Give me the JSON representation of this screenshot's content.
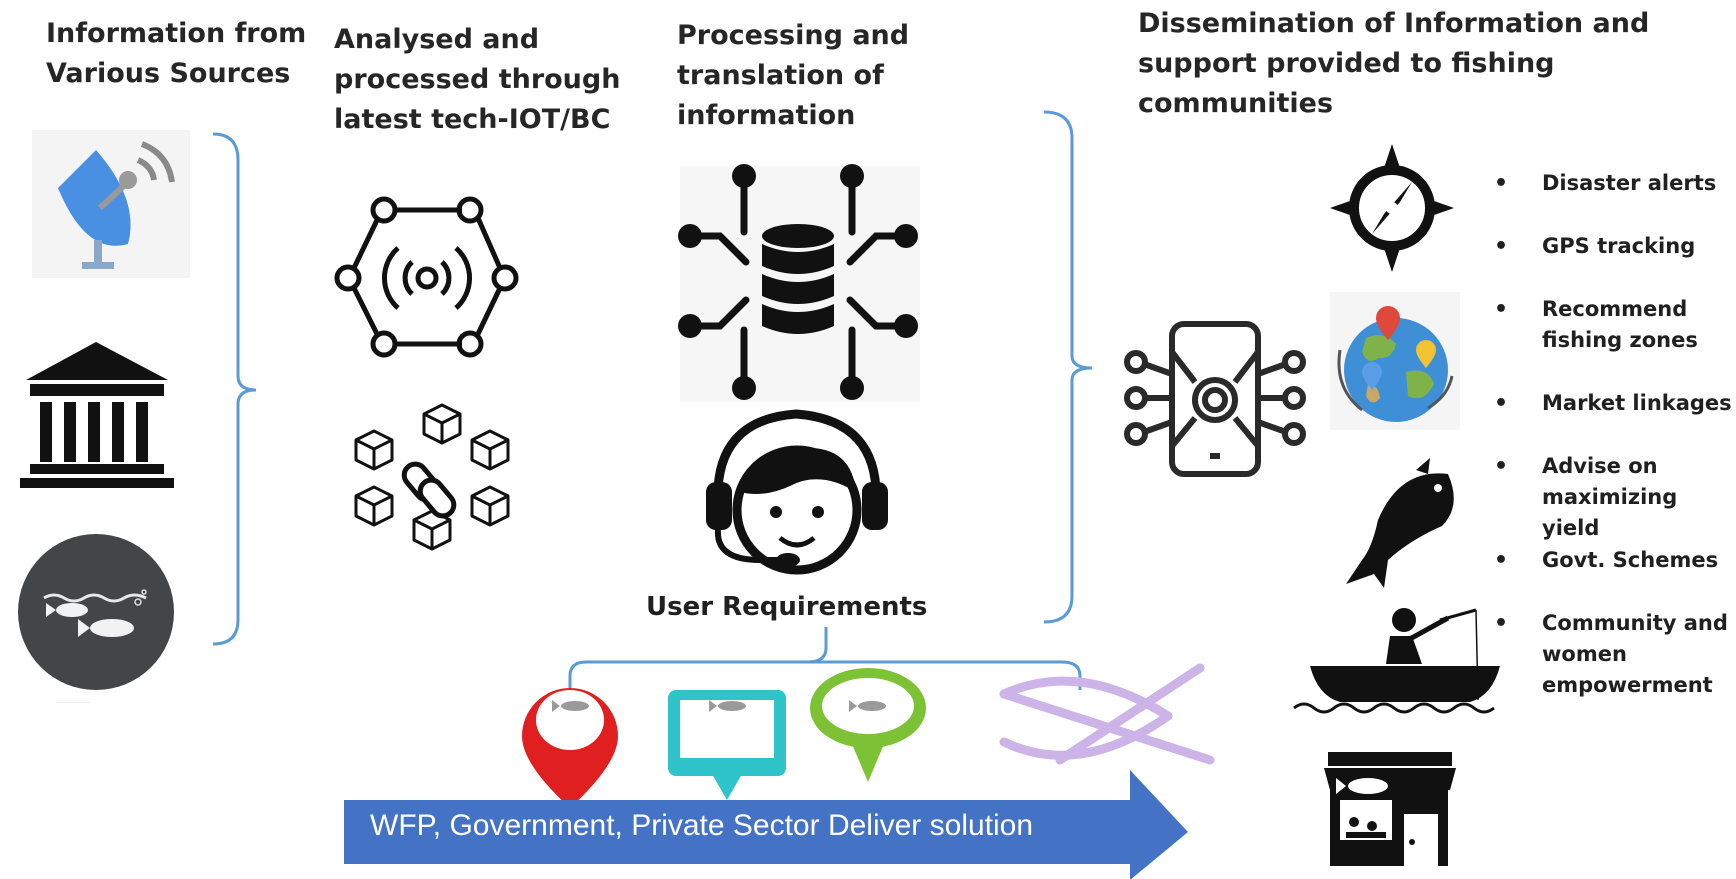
{
  "columns": {
    "sources": {
      "heading": "Information from\nVarious Sources"
    },
    "analysis": {
      "heading": "Analysed and\nprocessed through\nlatest tech-IOT/BC"
    },
    "processing": {
      "heading": "Processing and\ntranslation of\ninformation"
    },
    "dissemination": {
      "heading": "Dissemination of Information and\nsupport provided to fishing\ncommunities"
    }
  },
  "user_requirements_label": "User Requirements",
  "benefits": [
    {
      "text": "Disaster alerts",
      "icon": "compass-icon"
    },
    {
      "text": "GPS tracking",
      "icon": "globe-pins-icon"
    },
    {
      "text": "Recommend fishing zones",
      "icon": "globe-pins-icon"
    },
    {
      "text": "Market linkages",
      "icon": "fish-icon"
    },
    {
      "text": "Advise on maximizing yield",
      "icon": "fish-icon"
    },
    {
      "text": "Govt. Schemes",
      "icon": "fisher-boat-icon"
    },
    {
      "text": "Community and women empowerment",
      "icon": "fish-market-icon"
    }
  ],
  "delivery_arrow": {
    "text": "WFP, Government, Private Sector Deliver solution",
    "color": "#4472c4"
  },
  "colors": {
    "bracket": "#5b9bd5",
    "pin_red": "#e02020",
    "pin_teal": "#2ec4c9",
    "pin_green": "#7cc234",
    "crossed_fish": "#cdb4e8",
    "dish_blue": "#4a90e2"
  },
  "icons": {
    "sources": [
      "satellite-dish-icon",
      "government-building-icon",
      "fish-underwater-icon"
    ],
    "analysis": [
      "iot-network-icon",
      "blockchain-icon"
    ],
    "processing": [
      "database-circuit-icon",
      "support-agent-icon"
    ],
    "dissemination": [
      "smartphone-hub-icon"
    ],
    "requirements": [
      "fish-pin-red-icon",
      "fish-pin-teal-icon",
      "fish-pin-green-icon",
      "crossed-fish-icon"
    ]
  }
}
